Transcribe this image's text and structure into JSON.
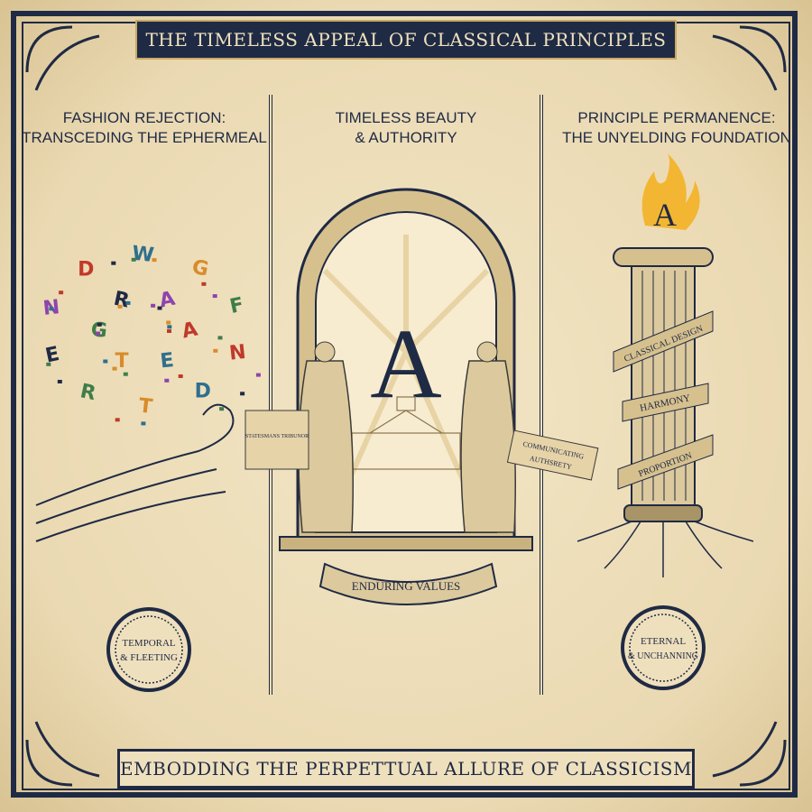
{
  "title": "THE TIMELESS APPEAL OF CLASSICAL PRINCIPLES",
  "footer": "EMBODDING THE PERPETTUAL ALLURE OF CLASSICISM",
  "panels": [
    {
      "heading_line1": "FASHION REJECTION:",
      "heading_line2": "TRANSCEDING THE EPHERMEAL",
      "letters": [
        "A",
        "E",
        "T",
        "G",
        "R",
        "A",
        "N",
        "D",
        "T",
        "R",
        "E",
        "N",
        "D",
        "W",
        "G",
        "F"
      ],
      "medallion_line1": "TEMPORAL",
      "medallion_line2": "& FLEETING"
    },
    {
      "heading_line1": "TIMELESS BEAUTY",
      "heading_line2": "& AUTHORITY",
      "central_letter": "A",
      "scroll_left": "STATESMANS TRIBUNOR",
      "scroll_right_line1": "COMMUNICATING",
      "scroll_right_line2": "AUTHSRETY",
      "ribbon": "ENDURING VALUES"
    },
    {
      "heading_line1": "PRINCIPLE PERMANENCE:",
      "heading_line2": "THE UNYELDING FOUNDATION",
      "flame_letter": "A",
      "ribbons": [
        "CLASSICAL DESIGN",
        "HARMONY",
        "PROPORTION"
      ],
      "medallion_line1": "ETERNAL",
      "medallion_line2": "& UNCHANNING"
    }
  ],
  "colors": {
    "navy": "#1f2a44",
    "parchment": "#efe0bd",
    "gold": "#c9a864",
    "flame": "#f2b632"
  }
}
